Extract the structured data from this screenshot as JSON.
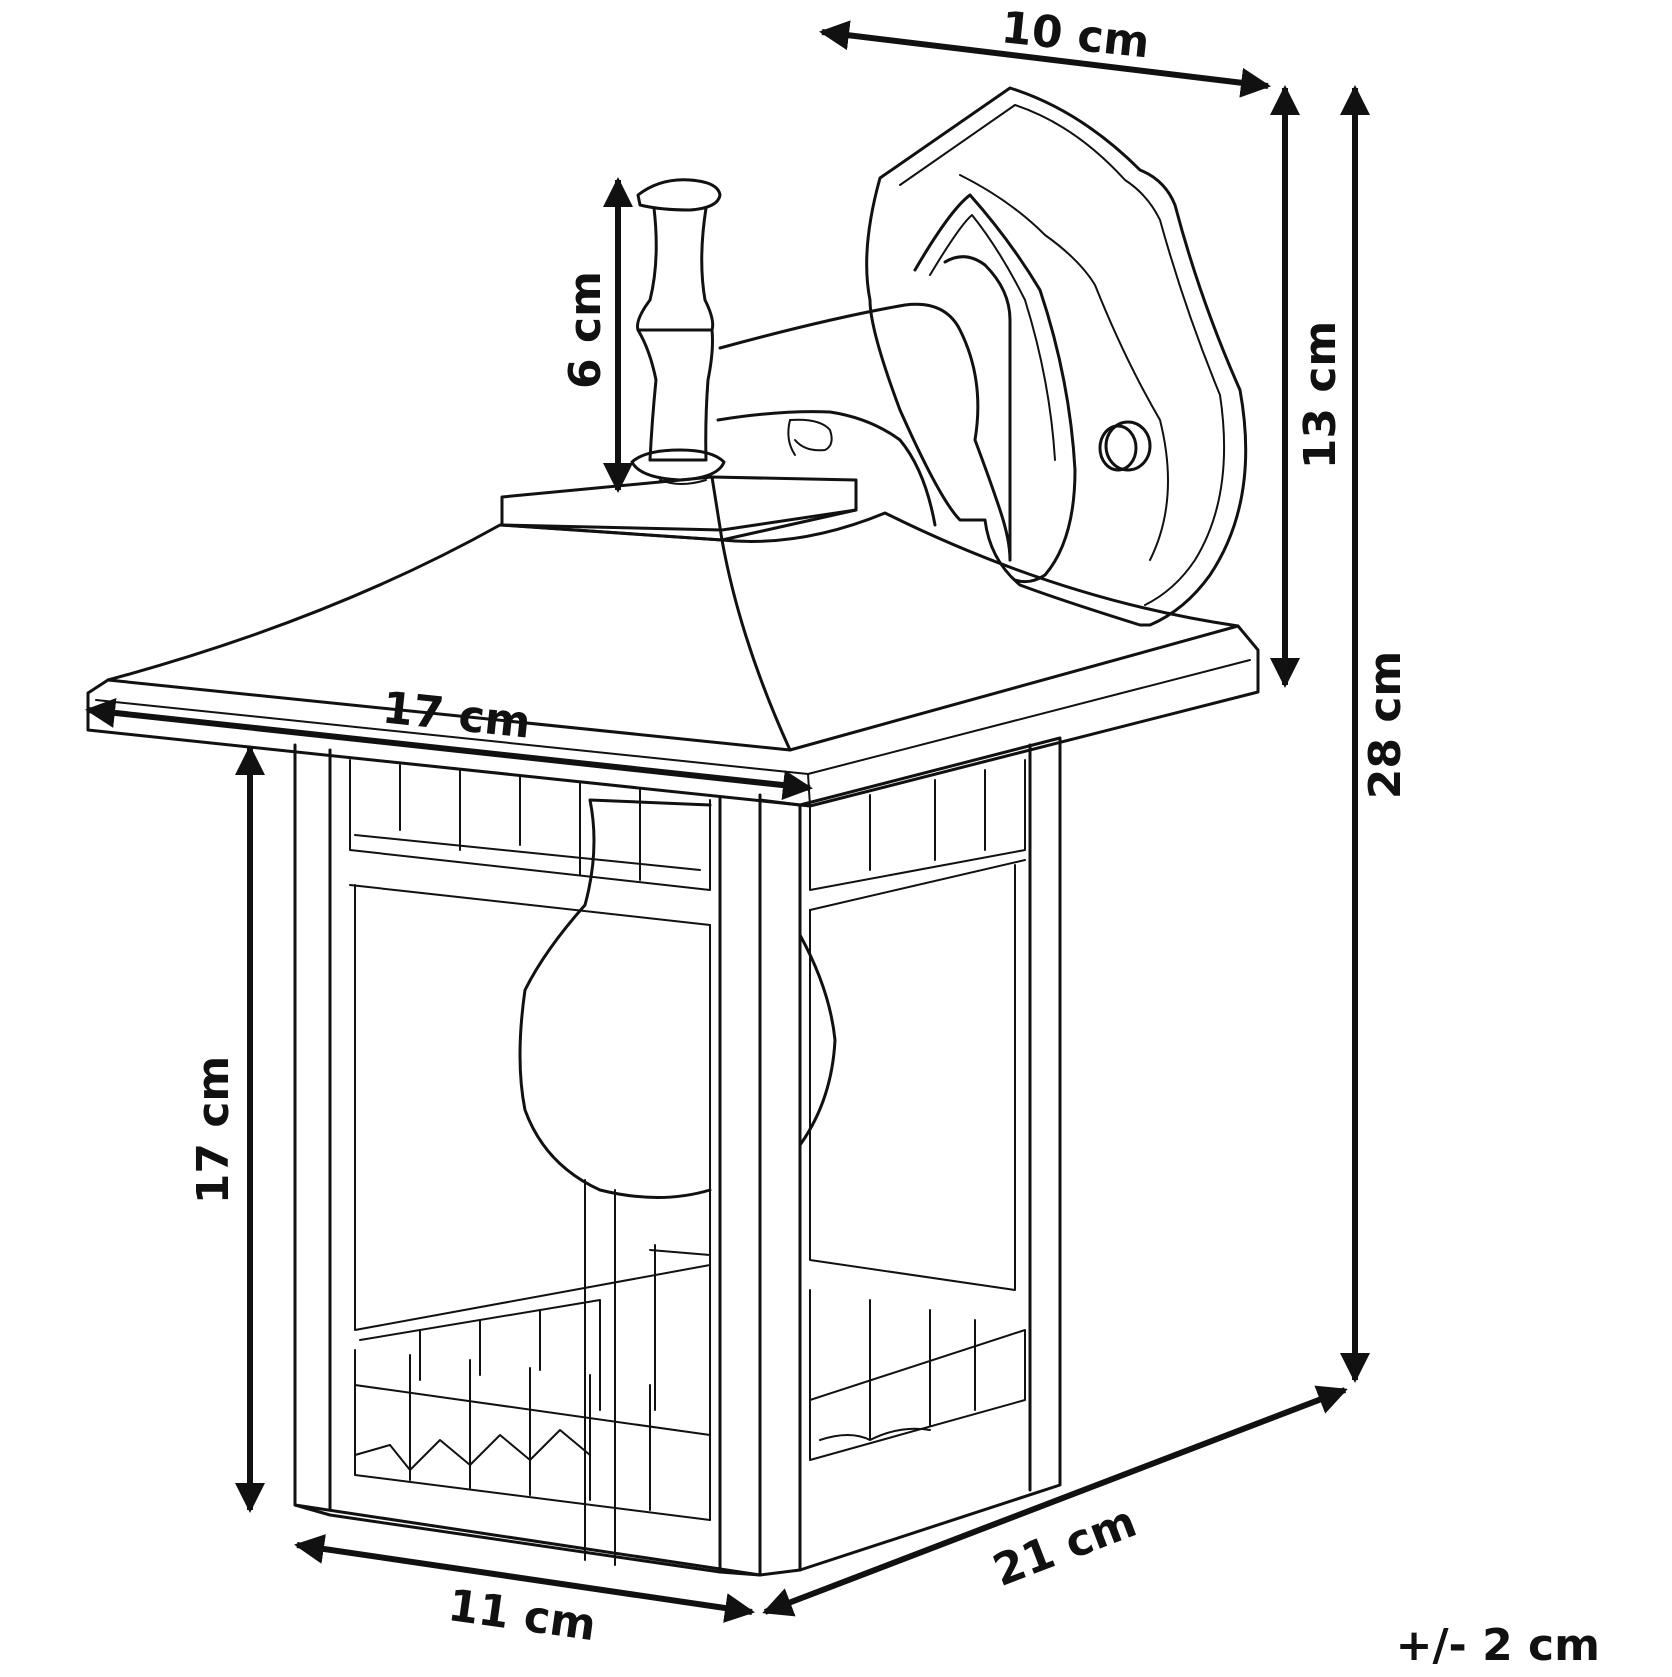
{
  "drawing": {
    "subject": "wall-lantern-dimension-drawing",
    "line_color": "#111111",
    "background": "#ffffff"
  },
  "dimensions": {
    "top_depth": "10 cm",
    "finial_height": "6 cm",
    "backplate_height": "13 cm",
    "total_height": "28 cm",
    "roof_width": "17 cm",
    "body_height": "17 cm",
    "base_width": "11 cm",
    "base_depth": "21 cm"
  },
  "tolerance": "+/- 2 cm"
}
